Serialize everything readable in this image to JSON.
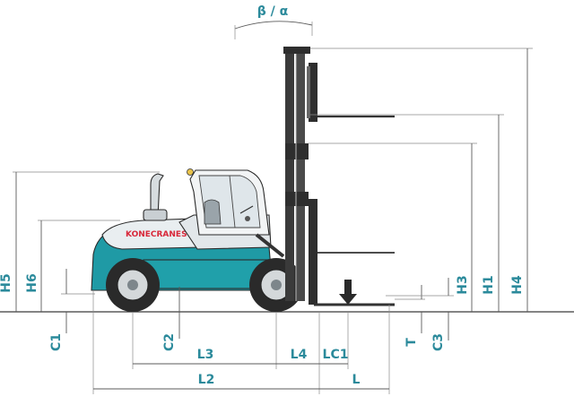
{
  "colors": {
    "label": "#2b8a9b",
    "body_teal": "#1f9aa5",
    "body_light": "#e9eef0",
    "logo_red": "#d8283a",
    "ink": "#2a2a2a"
  },
  "brand": "KONECRANES",
  "labels": {
    "tilt": "β / α",
    "H1": "H1",
    "H3": "H3",
    "H4": "H4",
    "H5": "H5",
    "H6": "H6",
    "C1": "C1",
    "C2": "C2",
    "C3": "C3",
    "T": "T",
    "L": "L",
    "L2": "L2",
    "L3": "L3",
    "L4": "L4",
    "LC1": "LC1"
  }
}
